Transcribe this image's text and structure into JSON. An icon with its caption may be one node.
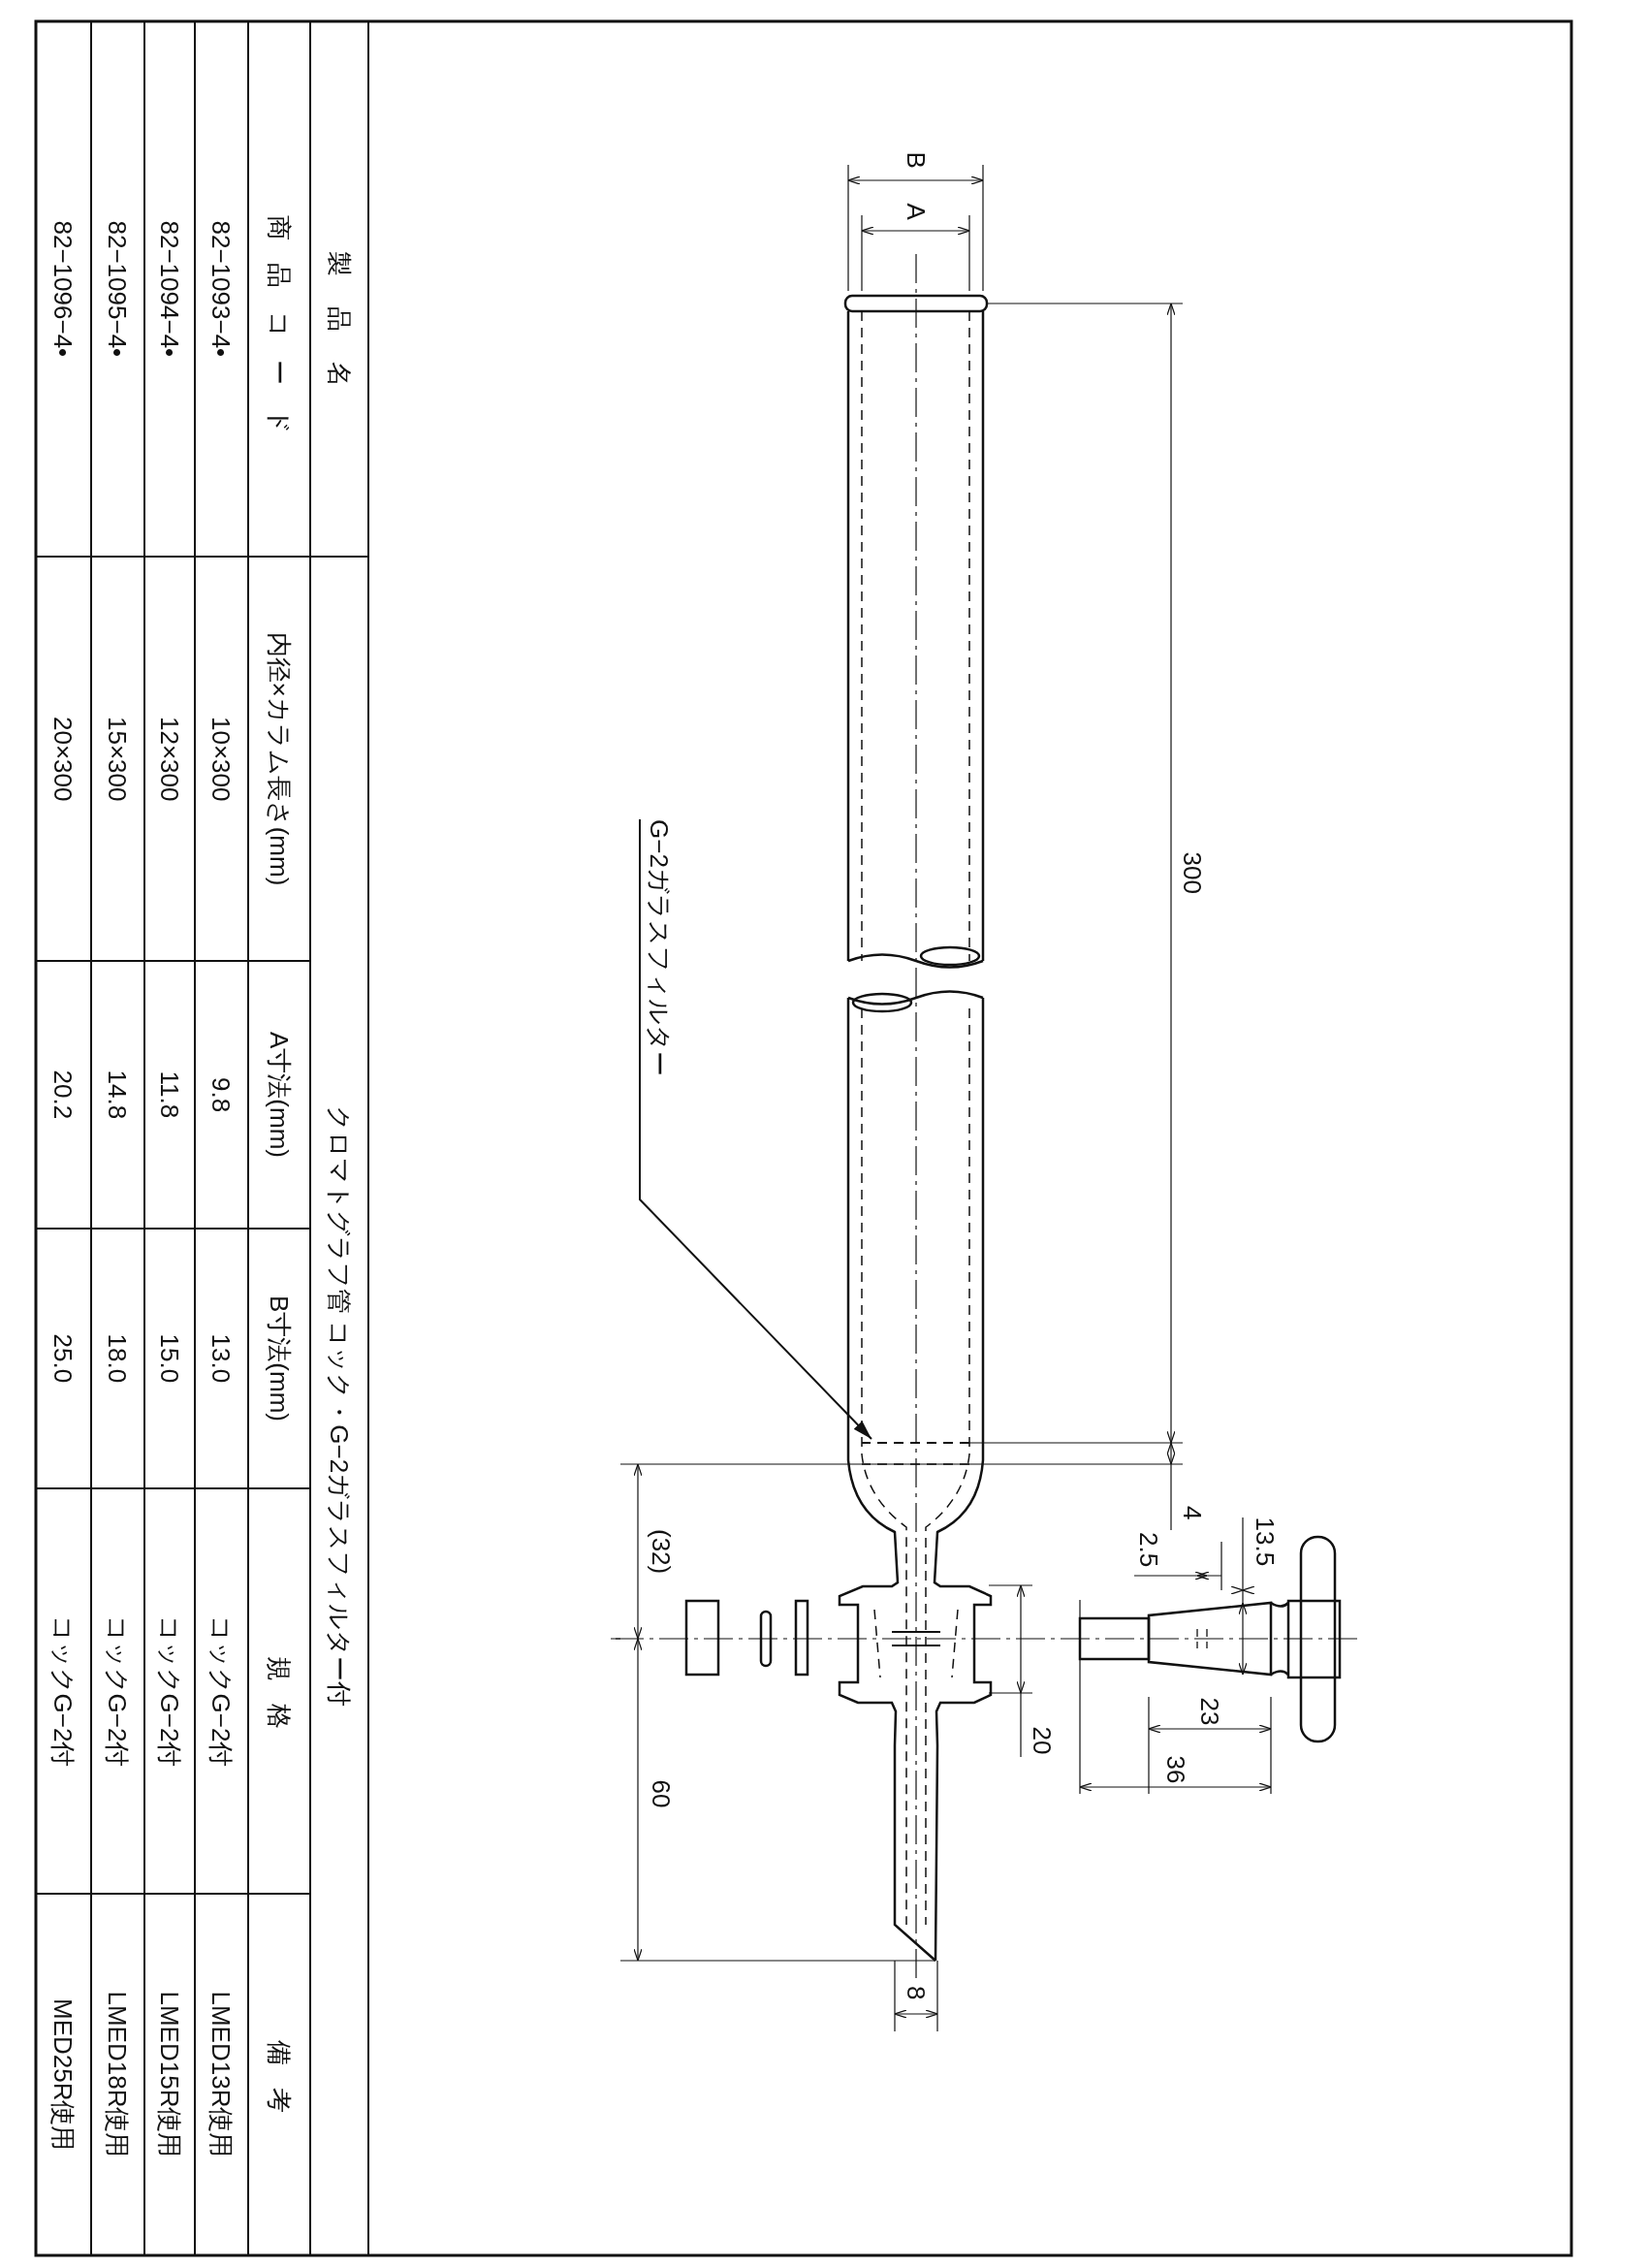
{
  "diagram": {
    "nodes": [
      {
        "text": [
          "G−2ガラスフィルター"
        ]
      },
      {
        "text": [],
        "shape": "bar"
      }
    ],
    "edges": [
      {
        "from": 0,
        "to": 1,
        "arrow": "to"
      }
    ],
    "labels": [
      "B",
      "A",
      "300",
      "4",
      "13.5",
      "2.5",
      "(32)",
      "20",
      "23",
      "36",
      "60",
      "8",
      "製品名",
      "クロマトグラフ管 コック・G−2ガラスフィルター付",
      "商品コード",
      "内径×カラム長さ(mm)",
      "A寸法(mm)",
      "B寸法(mm)",
      "規格",
      "備考",
      "82−1093−4•",
      "10×300",
      "9.8",
      "13.0",
      "コックG−2付",
      "LMED13R使用",
      "82−1094−4•",
      "12×300",
      "11.8",
      "15.0",
      "コックG−2付",
      "LMED15R使用",
      "82−1095−4•",
      "15×300",
      "14.8",
      "18.0",
      "コックG−2付",
      "LMED18R使用",
      "82−1096−4•",
      "20×300",
      "20.2",
      "25.0",
      "コックG−2付",
      "MED25R使用"
    ]
  }
}
